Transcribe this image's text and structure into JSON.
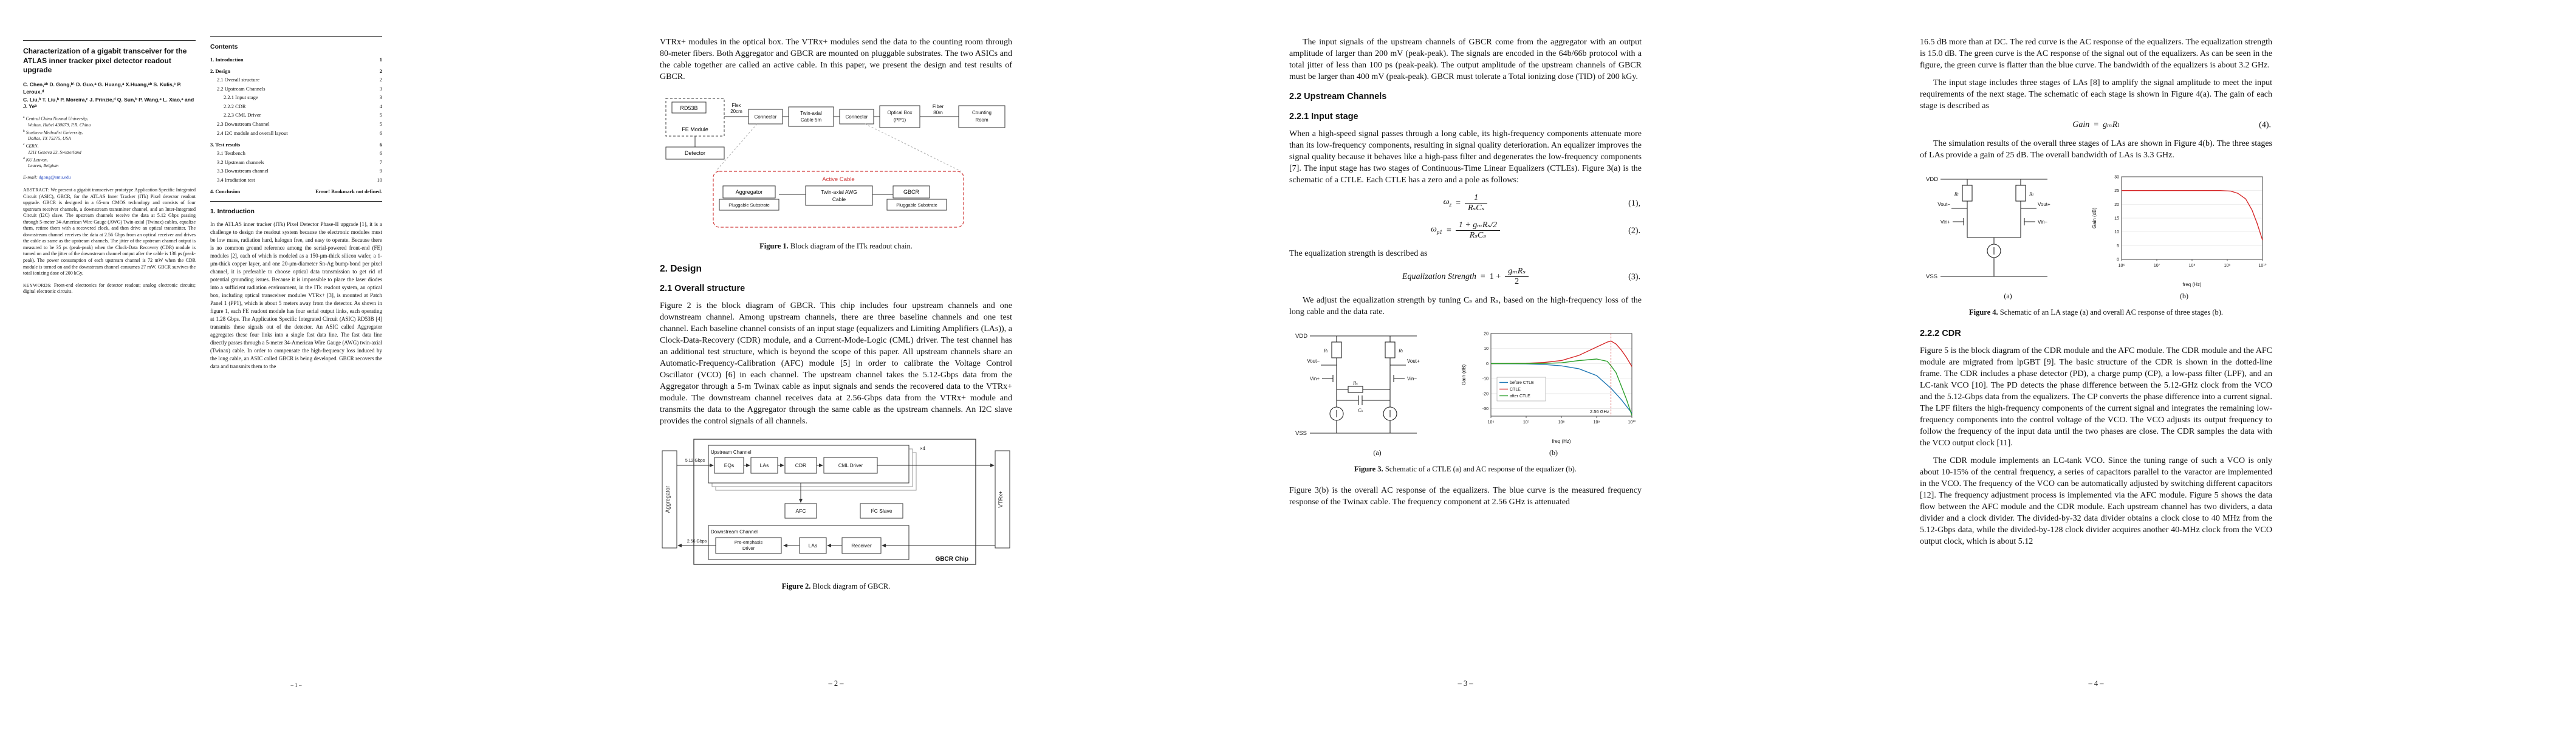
{
  "title_page": {
    "title": "Characterization of a gigabit transceiver for the ATLAS inner tracker pixel detector readout upgrade",
    "authors_line1": "C. Chen,ᵃᵇ D. Gong,ᵇ¹ D. Guo,ᵃ G. Huang,ᵃ X.Huang,ᵃᵇ S. Kulis,ᶜ P. Leroux,ᵈ",
    "authors_line2": "C. Liu,ᵇ T. Liu,ᵇ P. Moreira,ᶜ J. Prinzie,ᵈ Q. Sun,ᵇ P. Wang,ᵃ L. Xiao,ᵃ and J. Yeᵇ",
    "affiliations": [
      {
        "marker": "a",
        "name": "Central China Normal University,",
        "address": "Wuhan, Hubei 430079, P.R. China"
      },
      {
        "marker": "b",
        "name": "Southern Methodist University,",
        "address": "Dallas, TX 75275, USA"
      },
      {
        "marker": "c",
        "name": "CERN,",
        "address": "1211 Geneva 23, Switzerland"
      },
      {
        "marker": "d",
        "name": "KU Leuven,",
        "address": "Leuven, Belgium"
      }
    ],
    "email_label": "E-mail:",
    "email": "dgong@smu.edu",
    "abstract_label": "ABSTRACT:",
    "abstract": "We present a gigabit transceiver prototype Application Specific Integrated Circuit (ASIC), GBCR, for the ATLAS Inner Tracker (ITk) Pixel detector readout upgrade. GBCR is designed in a 65-nm CMOS technology and consists of four upstream receiver channels, a downstream transmitter channel, and an Inter-Integrated Circuit (I2C) slave. The upstream channels receive the data at 5.12 Gbps passing through 5-meter 34-American Wire Gauge (AWG) Twin-axial (Twinax) cables, equalize them, retime them with a recovered clock, and then drive an optical transmitter. The downstream channel receives the data at 2.56 Gbps from an optical receiver and drives the cable as same as the upstream channels. The jitter of the upstream channel output is measured to be 35 ps (peak-peak) when the Clock-Data Recovery (CDR) module is turned on and the jitter of the downstream channel output after the cable is 138 ps (peak-peak). The power consumption of each upstream channel is 72 mW when the CDR module is turned on and the downstream channel consumes 27 mW. GBCR survives the total ionizing dose of 200 kGy.",
    "keywords_label": "KEYWORDS:",
    "keywords": "Front-end electronics for detector readout; analog electronic circuits; digital electronic circuits."
  },
  "page1": {
    "contents_heading": "Contents",
    "toc": [
      {
        "label": "1. Introduction",
        "page": "1"
      },
      {
        "label": "2. Design",
        "page": "2"
      },
      {
        "label": "2.1 Overall structure",
        "page": "2"
      },
      {
        "label": "2.2 Upstream Channels",
        "page": "3"
      },
      {
        "label": "2.2.1 Input stage",
        "page": "3"
      },
      {
        "label": "2.2.2 CDR",
        "page": "4"
      },
      {
        "label": "2.2.3 CML Driver",
        "page": "5"
      },
      {
        "label": "2.3 Downstream Channel",
        "page": "5"
      },
      {
        "label": "2.4 I2C module and overall layout",
        "page": "6"
      },
      {
        "label": "3. Test results",
        "page": "6"
      },
      {
        "label": "3.1 Testbench",
        "page": "6"
      },
      {
        "label": "3.2 Upstream channels",
        "page": "7"
      },
      {
        "label": "3.3 Downstream channel",
        "page": "9"
      },
      {
        "label": "3.4 Irradiation test",
        "page": "10"
      },
      {
        "label": "4. Conclusion",
        "page": "Error! Bookmark not defined."
      }
    ],
    "intro_heading": "1. Introduction",
    "intro_text": "In the ATLAS inner tracker (ITk) Pixel Detector Phase-II upgrade [1], it is a challenge to design the readout system because the electronic modules must be low mass, radiation hard, halogen free, and easy to operate. Because there is no common ground reference among the serial-powered front-end (FE) modules [2], each of which is modeled as a 150-μm-thick silicon wafer, a 1-μm-thick copper layer, and one 20-μm-diameter Sn-Ag bump-bond per pixel channel, it is preferable to choose optical data transmission to get rid of potential grounding issues. Because it is impossible to place the laser diodes into a sufficient radiation environment, in the ITk readout system, an optical box, including optical transceiver modules VTRx+ [3], is mounted at Patch Panel 1 (PP1), which is about 5 meters away from the detector. As shown in figure 1, each FE readout module has four serial output links, each operating at 1.28 Gbps. The Application Specific Integrated Circuit (ASIC) RD53B [4] transmits these signals out of the detector. An ASIC called Aggregator aggregates these four links into a single fast data line. The fast data line directly passes through a 5-meter 34-American Wire Gauge (AWG) twin-axial (Twinax) cable. In order to compensate the high-frequency loss induced by the long cable, an ASIC called GBCR is being developed. GBCR recovers the data and transmits them to the",
    "footer": "– 1 –"
  },
  "page2": {
    "para_top": "VTRx+ modules in the optical box. The VTRx+ modules send the data to the counting room through 80-meter fibers. Both Aggregator and GBCR are mounted on pluggable substrates. The two ASICs and the cable together are called an active cable. In this paper, we present the design and test results of GBCR.",
    "fig1": {
      "labels": {
        "rd53b": "RD53B",
        "fe_module": "FE Module",
        "detector": "Detector",
        "flex1": "Flex",
        "flex2": "20cm",
        "connector1": "Connector",
        "cable1": "Twin-axial",
        "cable2": "Cable 5m",
        "connector2": "Connector",
        "optbox1": "Optical Box",
        "optbox2": "(PP1)",
        "fiber1": "Fiber",
        "fiber2": "80m",
        "room1": "Counting",
        "room2": "Room",
        "active": "Active Cable",
        "aggregator": "Aggregator",
        "sub1": "Pluggable Substrate",
        "awg1": "Twin-axial AWG",
        "awg2": "Cable",
        "gbcr": "GBCR",
        "sub2": "Pluggable Substrate"
      },
      "caption_label": "Figure 1.",
      "caption": "Block diagram of the ITk readout chain."
    },
    "sec2_heading": "2. Design",
    "sec21_heading": "2.1 Overall structure",
    "para_21": "Figure 2 is the block diagram of GBCR. This chip includes four upstream channels and one downstream channel. Among upstream channels, there are three baseline channels and one test channel. Each baseline channel consists of an input stage (equalizers and Limiting Amplifiers (LAs)), a Clock-Data-Recovery (CDR) module, and a Current-Mode-Logic (CML) driver. The test channel has an additional test structure, which is beyond the scope of this paper. All upstream channels share an Automatic-Frequency-Calibration (AFC) module [5] in order to calibrate the Voltage Control Oscillator (VCO) [6] in each channel. The upstream channel takes the 5.12-Gbps data from the Aggregator through a 5-m Twinax cable as input signals and sends the recovered data to the VTRx+ module. The downstream channel receives data at 2.56-Gbps data from the VTRx+ module and transmits the data to the Aggregator through the same cable as the upstream channels. An I2C slave provides the control signals of all channels.",
    "fig2": {
      "labels": {
        "aggregator": "Aggregator",
        "vtrx": "VTRx+",
        "chip": "GBCR Chip",
        "upstream": "Upstream Channel",
        "x4": "×4",
        "eqs": "EQs",
        "las": "LAs",
        "cdr": "CDR",
        "cml": "CML Driver",
        "afc": "AFC",
        "i2c": "I²C Slave",
        "downstream": "Downstream Channel",
        "pre1": "Pre-emphasis",
        "pre2": "Driver",
        "dlas": "LAs",
        "receiver": "Receiver",
        "rate_up": "5.12 Gbps",
        "rate_down": "2.56 Gbps"
      },
      "caption_label": "Figure 2.",
      "caption": "Block diagram of GBCR."
    },
    "footer": "– 2 –"
  },
  "page3": {
    "para_top": "The input signals of the upstream channels of GBCR come from the aggregator with an output amplitude of larger than 200 mV (peak-peak). The signals are encoded in the 64b/66b protocol with a total jitter of less than 100 ps (peak-peak). The output amplitude of the upstream channels of GBCR must be larger than 400 mV (peak-peak). GBCR must tolerate a Total ionizing dose (TID) of 200 kGy.",
    "sec22_heading": "2.2 Upstream Channels",
    "sec221_heading": "2.2.1 Input stage",
    "para_input": "When a high-speed signal passes through a long cable, its high-frequency components attenuate more than its low-frequency components, resulting in signal quality deterioration. An equalizer improves the signal quality because it behaves like a high-pass filter and degenerates the low-frequency components [7]. The input stage has two stages of Continuous-Time Linear Equalizers (CTLEs). Figure 3(a) is the schematic of a CTLE. Each CTLE has a zero and a pole as follows:",
    "eq1": {
      "lhs": "ω",
      "sub": "z",
      "rel": "=",
      "num": "1",
      "den": "RₛCₛ",
      "tag": "(1),"
    },
    "eq2": {
      "lhs": "ω",
      "sub": "p1",
      "rel": "=",
      "num": "1 + gₘRₛ/2",
      "den": "RₛCₛ",
      "tag": "(2)."
    },
    "eq_between": "The equalization strength is described as",
    "eq3": {
      "lhs": "Equalization Strength",
      "rel": "=",
      "pre": "1 +",
      "num": "gₘRₛ",
      "den": "2",
      "tag": "(3)."
    },
    "para_adjust": "We adjust the equalization strength by tuning Cₛ and Rₛ, based on the high-frequency loss of the long cable and the data rate.",
    "fig3": {
      "schematic_labels": {
        "vdd": "VDD",
        "vss": "VSS",
        "rl_left": "Rₗ",
        "rl_right": "Rₗ",
        "rs": "Rₛ",
        "cs": "Cₛ",
        "vin_p": "Vin+",
        "vin_n": "Vin−",
        "vout_p": "Vout+",
        "vout_n": "Vout−"
      },
      "plot": {
        "xlabel": "freq (Hz)",
        "ylabel": "Gain (dB)",
        "xtick_labels": [
          "10⁶",
          "10⁷",
          "10⁸",
          "10⁹",
          "10¹⁰"
        ],
        "xtick_logs": [
          6,
          7,
          8,
          9,
          10
        ],
        "ylim": [
          -35,
          20
        ],
        "yticks": [
          20,
          10,
          0,
          -10,
          -20,
          -30
        ],
        "annotation": {
          "text": "2.56 GHz",
          "log_x": 9.408,
          "color": "#cc2222"
        },
        "legend": [
          {
            "label": "before CTLE",
            "color": "#1f77b4"
          },
          {
            "label": "CTLE",
            "color": "#d62728"
          },
          {
            "label": "after CTLE",
            "color": "#2ca02c"
          }
        ],
        "series": [
          {
            "name": "before-CTLE",
            "color": "#1f77b4",
            "points": [
              [
                6,
                0
              ],
              [
                7,
                -0.2
              ],
              [
                7.5,
                -0.6
              ],
              [
                8,
                -1.5
              ],
              [
                8.5,
                -3.5
              ],
              [
                9,
                -8
              ],
              [
                9.408,
                -16.5
              ],
              [
                9.7,
                -24
              ],
              [
                10,
                -33
              ]
            ]
          },
          {
            "name": "CTLE",
            "color": "#d62728",
            "points": [
              [
                6,
                0
              ],
              [
                7,
                0.2
              ],
              [
                7.5,
                0.7
              ],
              [
                8,
                2
              ],
              [
                8.5,
                5.5
              ],
              [
                9,
                11
              ],
              [
                9.3,
                14.3
              ],
              [
                9.408,
                15
              ],
              [
                9.55,
                13
              ],
              [
                9.7,
                9
              ],
              [
                9.85,
                4
              ],
              [
                10,
                -2
              ]
            ]
          },
          {
            "name": "after-CTLE",
            "color": "#2ca02c",
            "points": [
              [
                6,
                0
              ],
              [
                7,
                0
              ],
              [
                7.5,
                0.1
              ],
              [
                8,
                0.5
              ],
              [
                8.5,
                2
              ],
              [
                9,
                3
              ],
              [
                9.3,
                1.5
              ],
              [
                9.408,
                -1.5
              ],
              [
                9.55,
                -6
              ],
              [
                9.7,
                -15
              ],
              [
                9.85,
                -24
              ],
              [
                10,
                -34.5
              ]
            ]
          }
        ]
      },
      "label_a": "(a)",
      "label_b": "(b)",
      "caption_label": "Figure 3.",
      "caption": "Schematic of a CTLE (a) and AC response of the equalizer (b)."
    },
    "para_fig3b": "Figure 3(b) is the overall AC response of the equalizers. The blue curve is the measured frequency response of the Twinax cable. The frequency component at 2.56 GHz is attenuated",
    "footer": "– 3 –"
  },
  "page4": {
    "para_1": "16.5 dB more than at DC. The red curve is the AC response of the equalizers. The equalization strength is 15.0 dB. The green curve is the AC response of the signal out of the equalizers. As can be seen in the figure, the green curve is flatter than the blue curve. The bandwidth of the equalizers is about 3.2 GHz.",
    "para_2": "The input stage includes three stages of LAs [8] to amplify the signal amplitude to meet the input requirements of the next stage. The schematic of each stage is shown in Figure 4(a). The gain of each stage is described as",
    "eq4": {
      "lhs": "Gain",
      "rel": "=",
      "rhs": "gₘRₗ",
      "tag": "(4)."
    },
    "para_3": "The simulation results of the overall three stages of LAs are shown in Figure 4(b). The three stages of LAs provide a gain of 25 dB. The overall bandwidth of LAs is 3.3 GHz.",
    "fig4": {
      "schematic_labels": {
        "vdd": "VDD",
        "vss": "VSS",
        "rl_left": "Rₗ",
        "rl_right": "Rₗ",
        "vin_p": "Vin+",
        "vin_n": "Vin−",
        "vout_p": "Vout+",
        "vout_n": "Vout−"
      },
      "plot": {
        "xlabel": "freq (Hz)",
        "ylabel": "Gain (dB)",
        "xtick_labels": [
          "10⁶",
          "10⁷",
          "10⁸",
          "10⁹",
          "10¹⁰"
        ],
        "xtick_logs": [
          6,
          7,
          8,
          9,
          10
        ],
        "ylim": [
          0,
          30
        ],
        "yticks": [
          0,
          5,
          10,
          15,
          20,
          25,
          30
        ],
        "series": [
          {
            "name": "LAs",
            "color": "#d62728",
            "points": [
              [
                6,
                25
              ],
              [
                7,
                25
              ],
              [
                8,
                25
              ],
              [
                8.8,
                25
              ],
              [
                9.1,
                24.8
              ],
              [
                9.3,
                24
              ],
              [
                9.52,
                22
              ],
              [
                9.7,
                18
              ],
              [
                9.85,
                13
              ],
              [
                10,
                7
              ]
            ]
          }
        ]
      },
      "label_a": "(a)",
      "label_b": "(b)",
      "caption_label": "Figure 4.",
      "caption": "Schematic of an LA stage (a) and overall AC response of three stages (b)."
    },
    "sec222_heading": "2.2.2 CDR",
    "para_4": "Figure 5 is the block diagram of the CDR module and the AFC module. The CDR module and the AFC module are migrated from lpGBT [9]. The basic structure of the CDR is shown in the dotted-line frame. The CDR includes a phase detector (PD), a charge pump (CP), a low-pass filter (LPF), and an LC-tank VCO [10]. The PD detects the phase difference between the 5.12-GHz clock from the VCO and the 5.12-Gbps data from the equalizers. The CP converts the phase difference into a current signal. The LPF filters the high-frequency components of the current signal and integrates the remaining low-frequency components into the control voltage of the VCO. The VCO adjusts its output frequency to follow the frequency of the input data until the two phases are close. The CDR samples the data with the VCO output clock [11].",
    "para_5": "The CDR module implements an LC-tank VCO. Since the tuning range of such a VCO is only about 10-15% of the central frequency, a series of capacitors parallel to the varactor are implemented in the VCO. The frequency of the VCO can be automatically adjusted by switching different capacitors [12]. The frequency adjustment process is implemented via the AFC module. Figure 5 shows the data flow between the AFC module and the CDR module. Each upstream channel has two dividers, a data divider and a clock divider. The divided-by-32 data divider obtains a clock close to 40 MHz from the 5.12-Gbps data, while the divided-by-128 clock divider acquires another 40-MHz clock from the VCO output clock, which is about 5.12",
    "footer": "– 4 –"
  }
}
